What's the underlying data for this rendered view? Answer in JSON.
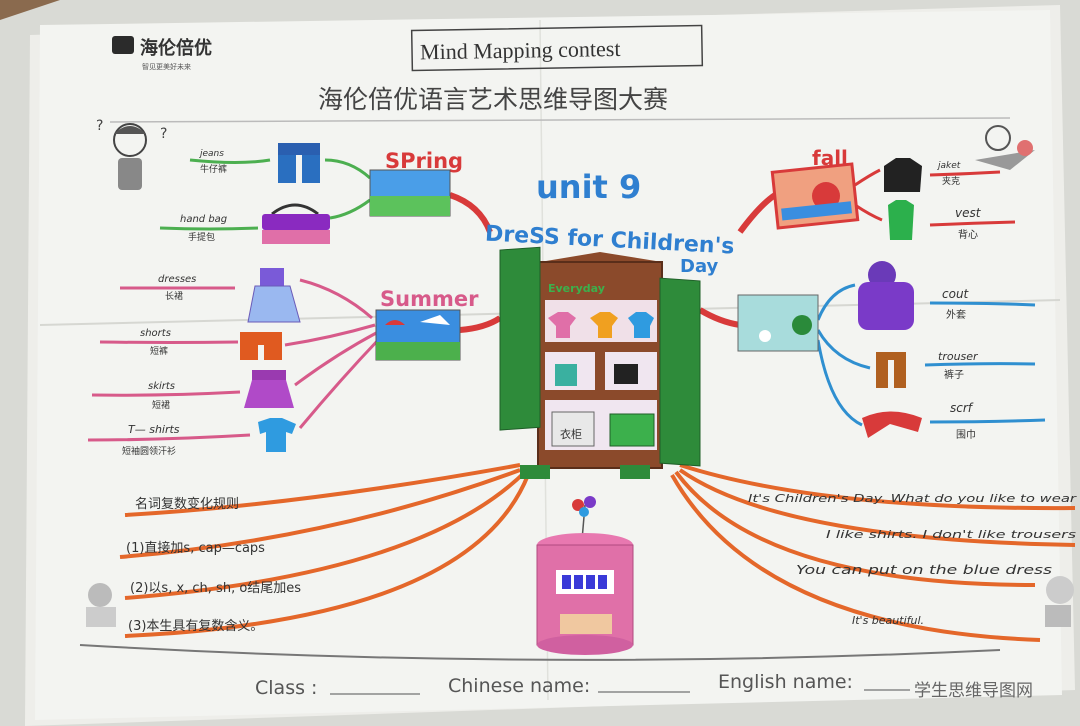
{
  "header": {
    "logo_text": "海伦倍优",
    "logo_slogan": "智见更美好未来",
    "contest_title": "Mind Mapping contest",
    "chinese_title": "海伦倍优语言艺术思维导图大赛"
  },
  "center": {
    "unit": "unit 9",
    "theme_line1": "DreSS for Children's",
    "theme_line2": "Day",
    "wardrobe_label": "Everyday",
    "box_label_left": "衣柜"
  },
  "seasons": {
    "spring": {
      "label": "SPring",
      "items": [
        {
          "en": "jeans",
          "zh": "牛仔裤"
        },
        {
          "en": "hand bag",
          "zh": "手提包"
        }
      ]
    },
    "summer": {
      "label": "Summer",
      "items": [
        {
          "en": "dresses",
          "zh": "长裙"
        },
        {
          "en": "shorts",
          "zh": "短裤"
        },
        {
          "en": "skirts",
          "zh": "短裙"
        },
        {
          "en": "T— shirts",
          "zh": "短袖圆领汗衫"
        }
      ]
    },
    "fall": {
      "label": "fall",
      "items": [
        {
          "en": "jaket",
          "zh": "夹克"
        },
        {
          "en": "vest",
          "zh": "背心"
        }
      ]
    },
    "winter": {
      "items": [
        {
          "en": "cout",
          "zh": "外套"
        },
        {
          "en": "trouser",
          "zh": "裤子"
        },
        {
          "en": "scrf",
          "zh": "围巾"
        }
      ]
    }
  },
  "grammar_notes": [
    "名词复数变化规则",
    "(1)直接加s, cap—caps",
    "(2)以s, x, ch, sh, o结尾加es",
    "(3)本生具有复数含义。"
  ],
  "sentences": [
    "It's Children's Day. What do you like to wear",
    "I like shirts. I don't like trousers",
    "You can put on the blue dress",
    "It's beautiful."
  ],
  "footer": {
    "class_label": "Class :",
    "chinese_name_label": "Chinese name:",
    "english_name_label": "English name:",
    "watermark": "学生思维导图网"
  },
  "colors": {
    "paper": "#f2f3f0",
    "orange_branch": "#e4672a",
    "red_branch": "#d83a3a",
    "blue_branch": "#2f8fd0",
    "pink_branch": "#d75a8a",
    "green_branch": "#4caf50",
    "wardrobe_brown": "#8b4a2b",
    "wardrobe_green": "#2e8b3a",
    "title_blue": "#2f7fd0"
  }
}
